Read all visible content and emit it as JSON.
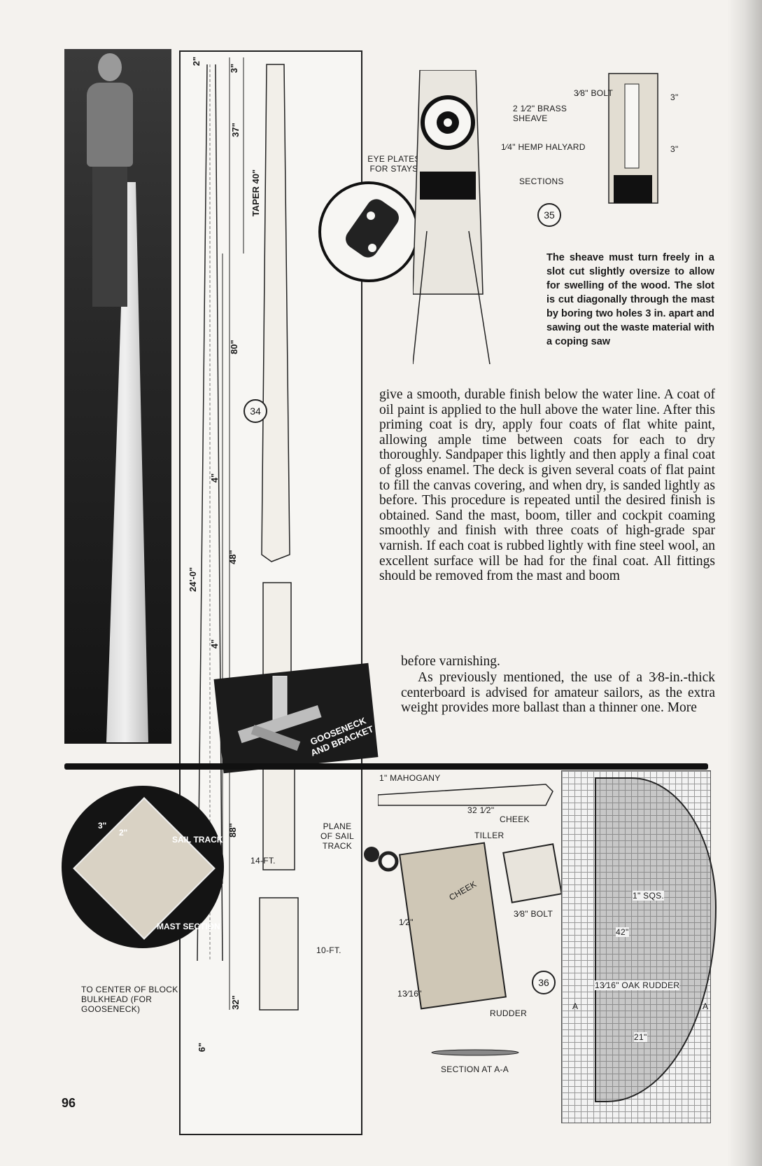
{
  "page": {
    "number": "96"
  },
  "body_text": {
    "col1": "give a smooth, durable finish below the water line. A coat of oil paint is applied to the hull above the water line. After this priming coat is dry, apply four coats of flat white paint, allowing ample time between coats for each to dry thoroughly. Sandpaper this lightly and then apply a final coat of gloss enamel. The deck is given several coats of flat paint to fill the canvas covering, and when dry, is sanded lightly as before. This procedure is repeated until the desired finish is obtained. Sand the mast, boom, tiller and cockpit coaming smoothly and finish with three coats of high-grade spar varnish. If each coat is rubbed lightly with fine steel wool, an excellent surface will be had for the final coat. All fittings should be removed from the mast and boom",
    "col2": "before varnishing.",
    "col3": "As previously mentioned, the use of a 3⁄8-in.-thick centerboard is advised for amateur sailors, as the extra weight provides more ballast than a thinner one. More"
  },
  "caption_35": "The sheave must turn freely in a slot cut slightly oversize to allow for swelling of the wood. The slot is cut diagonally through the mast by boring two holes 3 in. apart and sawing out the waste material with a coping saw",
  "figure_numbers": {
    "fig34": "34",
    "fig35": "35",
    "fig36": "36"
  },
  "mast_labels": {
    "dim_2": "2\"",
    "dim_3_top": "3\"",
    "dim_37": "37\"",
    "taper": "TAPER 40\"",
    "dim_80": "80\"",
    "dim_24ft": "24'-0\"",
    "dim_48": "48\"",
    "dim_4_upper": "4\"",
    "dim_4_lower": "4\"",
    "dim_88": "88\"",
    "dim_14ft": "14-FT.",
    "dim_10ft": "10-FT.",
    "dim_32": "32\"",
    "dim_6": "6\"",
    "eye_plates": "EYE PLATES FOR STAYS",
    "plane_of_sail_track": "PLANE OF SAIL TRACK",
    "to_center_of_block": "TO CENTER OF BLOCK BULKHEAD (FOR GOOSENECK)"
  },
  "sheave_labels": {
    "bolt": "3⁄8\" BOLT",
    "brass_sheave": "2 1⁄2\" BRASS SHEAVE",
    "hemp_halyard": "1⁄4\" HEMP HALYARD",
    "sections": "SECTIONS",
    "dim_3_a": "3\"",
    "dim_3_b": "3\""
  },
  "gooseneck_label": "GOOSENECK AND BRACKET",
  "mast_section_labels": {
    "sail_track": "SAIL TRACK",
    "mast_section": "MAST SECTION",
    "dim_3": "3\"",
    "dim_2": "2\""
  },
  "rudder_labels": {
    "mahogany": "1\" MAHOGANY",
    "dim_32": "32 1⁄2\"",
    "cheek_top": "CHEEK",
    "tiller": "TILLER",
    "cheek_part": "CHEEK",
    "dim_half": "1⁄2\"",
    "bolt": "3⁄8\" BOLT",
    "dim_13_16": "13⁄16\"",
    "rudder": "RUDDER",
    "section_aa": "SECTION AT A-A",
    "squares": "1\" SQS.",
    "dim_42": "42\"",
    "oak_rudder": "13⁄16\" OAK RUDDER",
    "dim_21": "21\"",
    "a_left": "A",
    "a_right": "A"
  }
}
